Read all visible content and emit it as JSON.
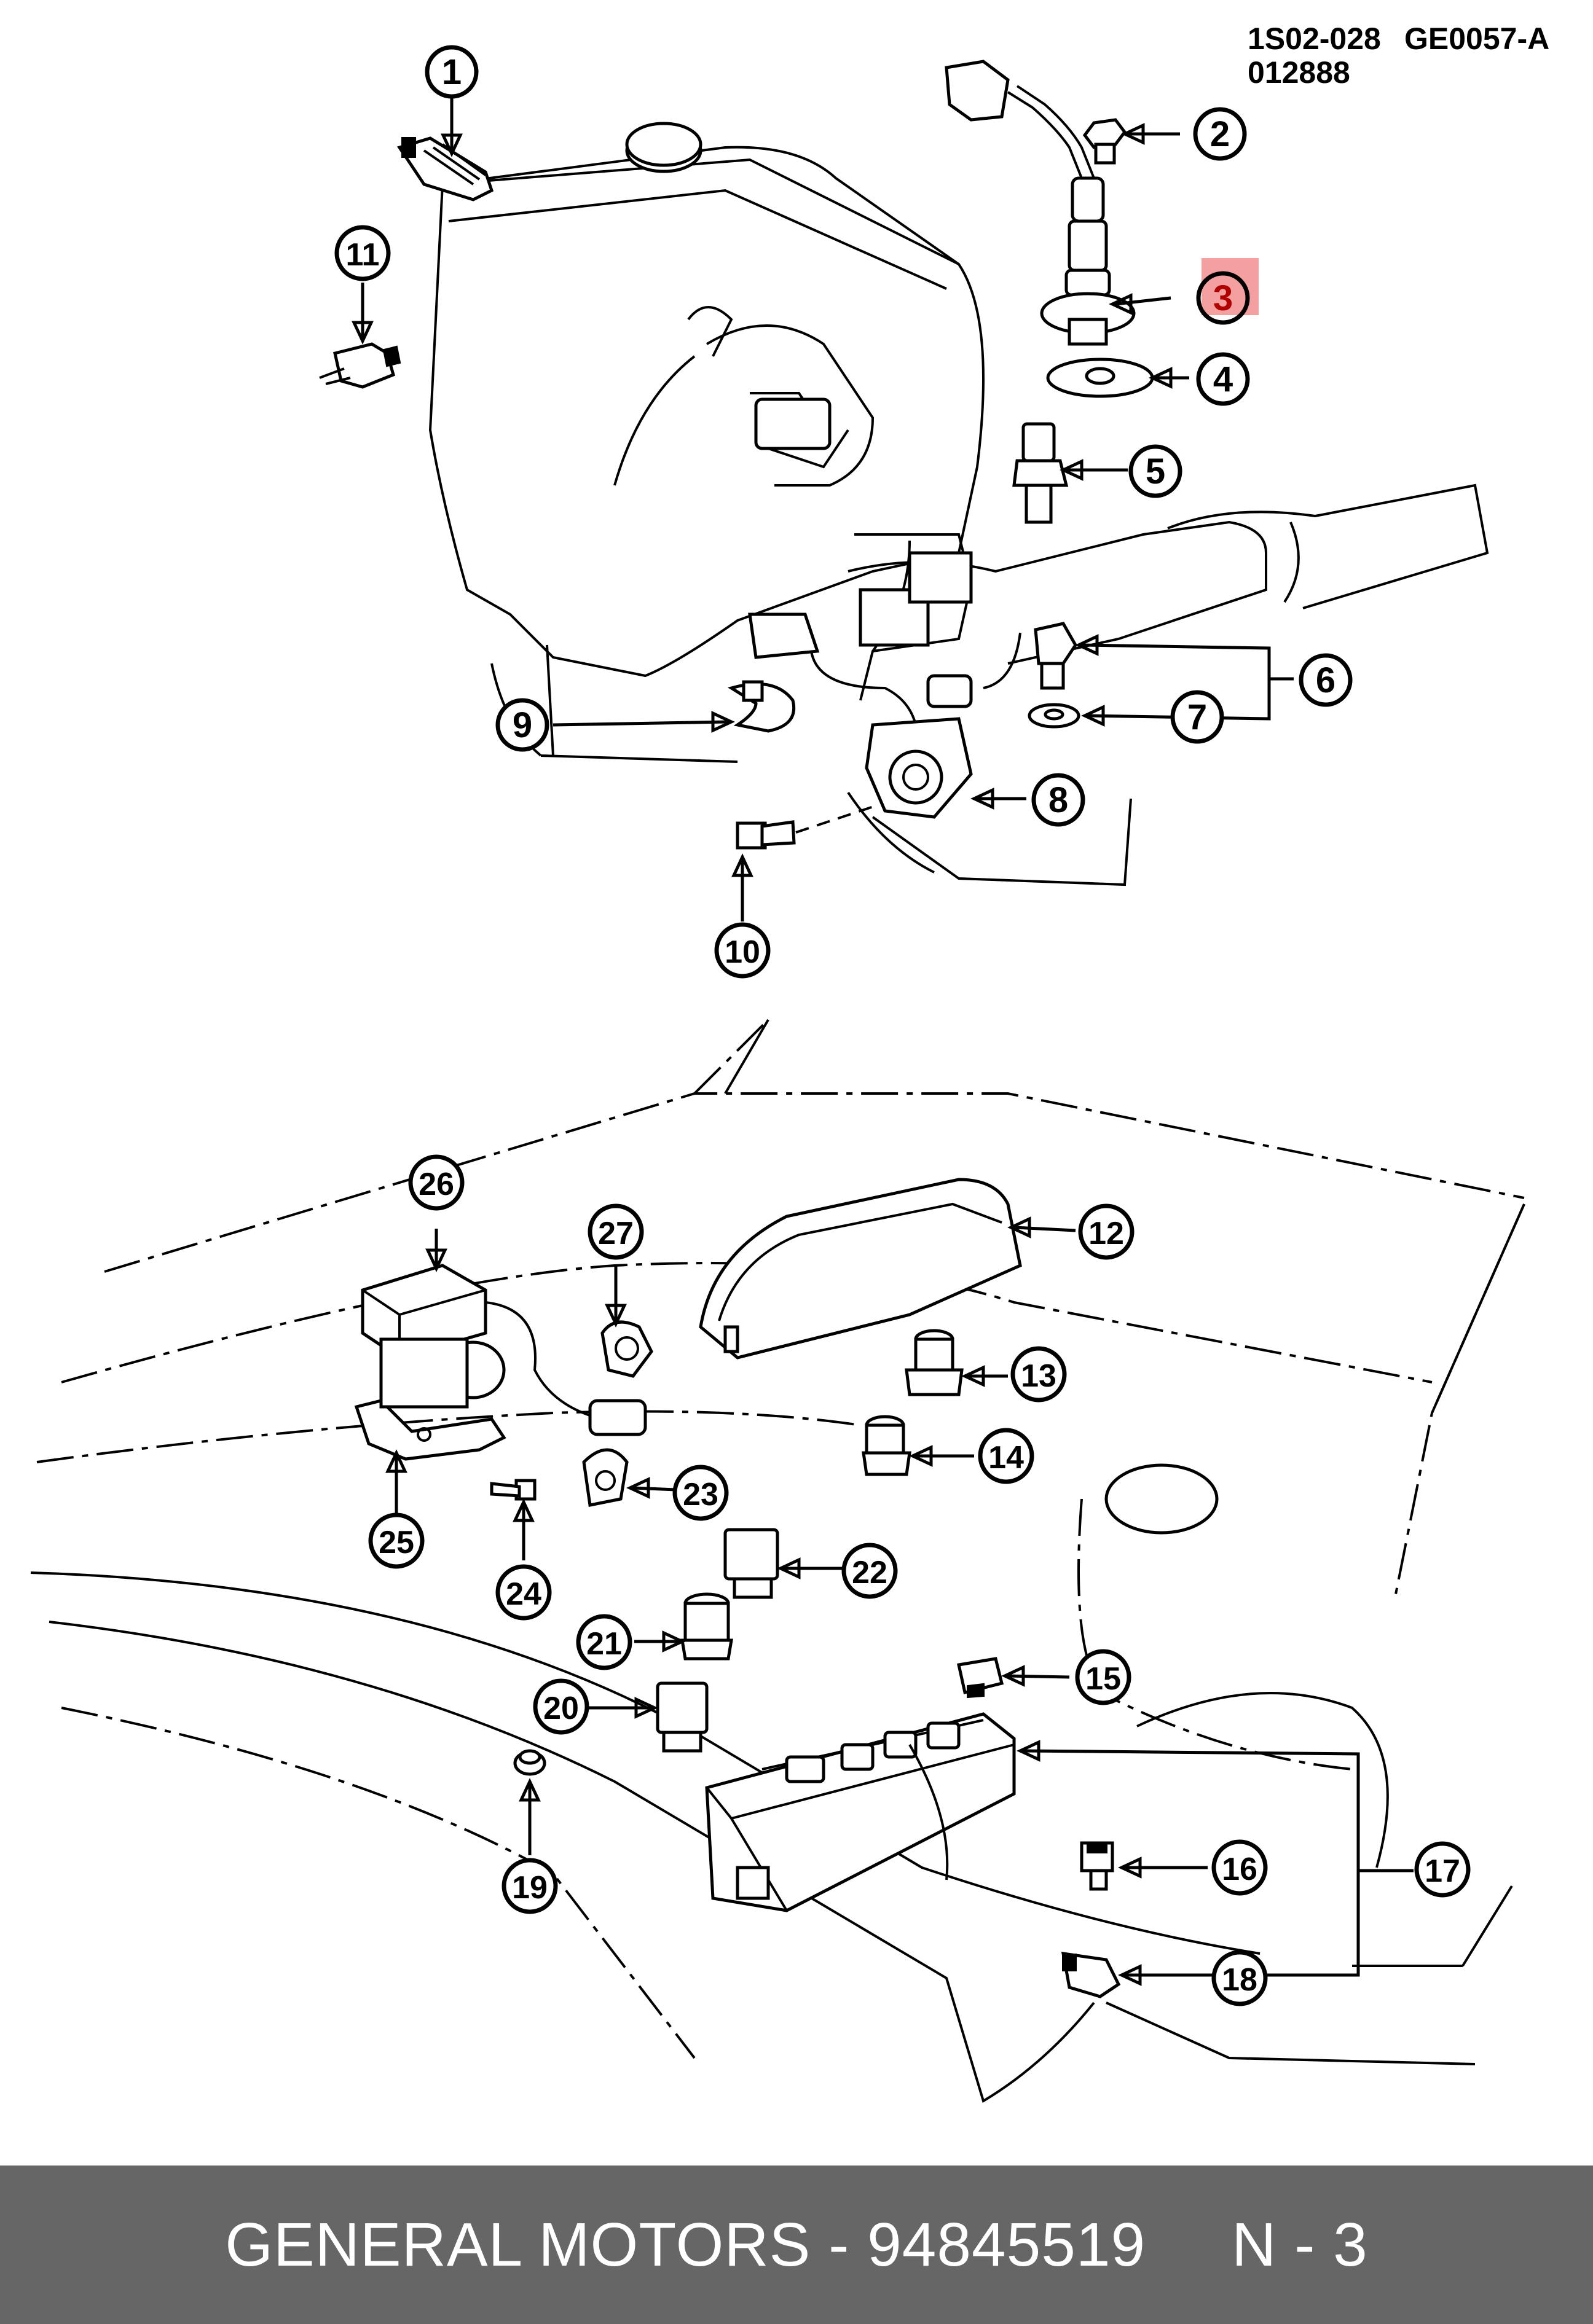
{
  "reference_codes": {
    "line1_left": "1S02-028",
    "line1_right": "GE0057-A",
    "line2": "012888"
  },
  "callouts": {
    "c1": "1",
    "c2": "2",
    "c3": "3",
    "c4": "4",
    "c5": "5",
    "c6": "6",
    "c7": "7",
    "c8": "8",
    "c9": "9",
    "c10": "10",
    "c11": "11",
    "c12": "12",
    "c13": "13",
    "c14": "14",
    "c15": "15",
    "c16": "16",
    "c17": "17",
    "c18": "18",
    "c19": "19",
    "c20": "20",
    "c21": "21",
    "c22": "22",
    "c23": "23",
    "c24": "24",
    "c25": "25",
    "c26": "26",
    "c27": "27"
  },
  "highlight": {
    "callout": "3",
    "color": "#f08080"
  },
  "footer": {
    "brand_part": "GENERAL MOTORS - 94845519",
    "page": "N - 3"
  },
  "colors": {
    "footer_bg": "#666666",
    "footer_text": "#ffffff",
    "line": "#000000"
  }
}
